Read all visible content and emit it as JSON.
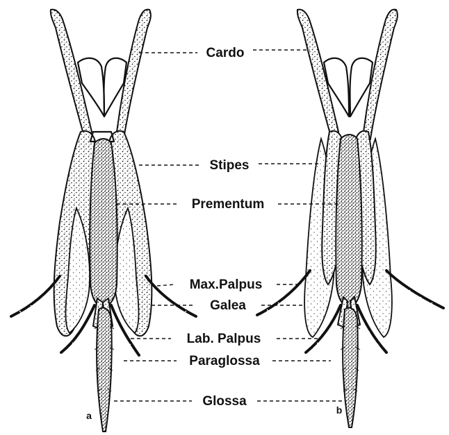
{
  "labels": {
    "cardo": "Cardo",
    "stipes": "Stipes",
    "prementum": "Prementum",
    "max_palpus": "Max.Palpus",
    "galea": "Galea",
    "lab_palpus": "Lab. Palpus",
    "paraglossa": "Paraglossa",
    "glossa": "Glossa"
  },
  "panels": {
    "a": "a",
    "b": "b"
  },
  "colors": {
    "ink": "#111111",
    "paper": "#ffffff"
  }
}
